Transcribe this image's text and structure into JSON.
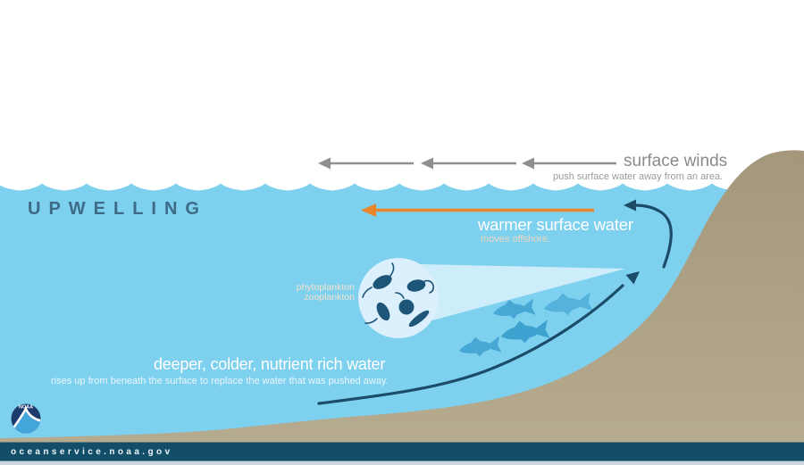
{
  "title": {
    "text": "UPWELLING"
  },
  "surface_winds": {
    "label": "surface winds",
    "subtitle": "push surface water away from an area."
  },
  "warmer_surface_water": {
    "label": "warmer surface water",
    "subtitle": "moves offshore."
  },
  "deep_water": {
    "label": "deeper, colder, nutrient rich water",
    "subtitle": "rises up from beneath the surface to replace the water that was pushed away."
  },
  "plankton_label": {
    "line1": "phytoplankton",
    "line2": "zooplankton"
  },
  "footer": {
    "url_text": "oceanservice.noaa.gov",
    "logo_text": "NOAA"
  },
  "icons": {
    "wind_arrows": "wind-arrow-icon (3 gray arrows pointing left)",
    "offshore_arrow": "offshore-current-arrow-icon (orange, pointing left)",
    "upwelling_arrows": "upwelling-current-arrow-icon (navy, curving up the slope)",
    "fish": "fish-icon (school of 4 fish)",
    "plankton": "plankton-magnifier-circle",
    "logo": "noaa-logo"
  },
  "colors": {
    "sky": "#ffffff",
    "water": "#7ed0ef",
    "land_top": "#a4977c",
    "land_bottom": "#b6ab8f",
    "wind_arrow_gray": "#8f8f8f",
    "offshore_arrow_orange": "#e8862d",
    "current_arrow_navy": "#1b4c68",
    "fish_blue": "#47a8d5",
    "plankton_navy": "#1e567a",
    "wedge_light": "#d6f0fb",
    "title_blue": "#3d6a87",
    "footer_bar": "#124e68",
    "footer_strip": "#ccd6dd"
  }
}
